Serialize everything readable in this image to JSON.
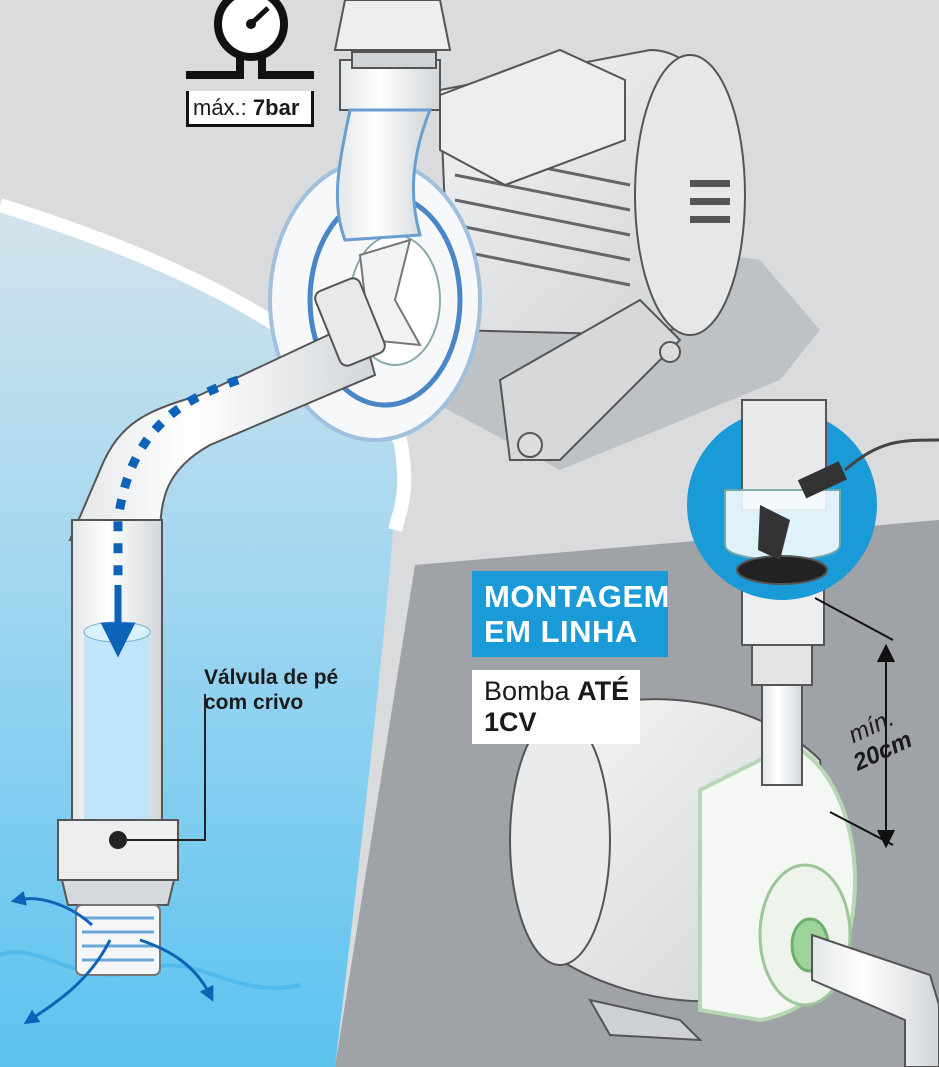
{
  "gauge": {
    "label": "máx.:",
    "value": "7bar"
  },
  "valve": {
    "line1": "Válvula de pé",
    "line2": "com crivo"
  },
  "inline_mount": {
    "title_line1": "MONTAGEM",
    "title_line2": "EM LINHA",
    "pump_prefix": "Bomba",
    "pump_limit": "ATÉ",
    "pump_power": "1CV"
  },
  "distance": {
    "label": "mín.",
    "value": "20cm"
  },
  "colors": {
    "background": "#d9dbdd",
    "floor": "#9fa2a6",
    "accent_blue": "#1a9ad6",
    "flow_arrow": "#0d63b8",
    "water": "#7fd0f2",
    "pump_outline": "#b7d6b3"
  }
}
